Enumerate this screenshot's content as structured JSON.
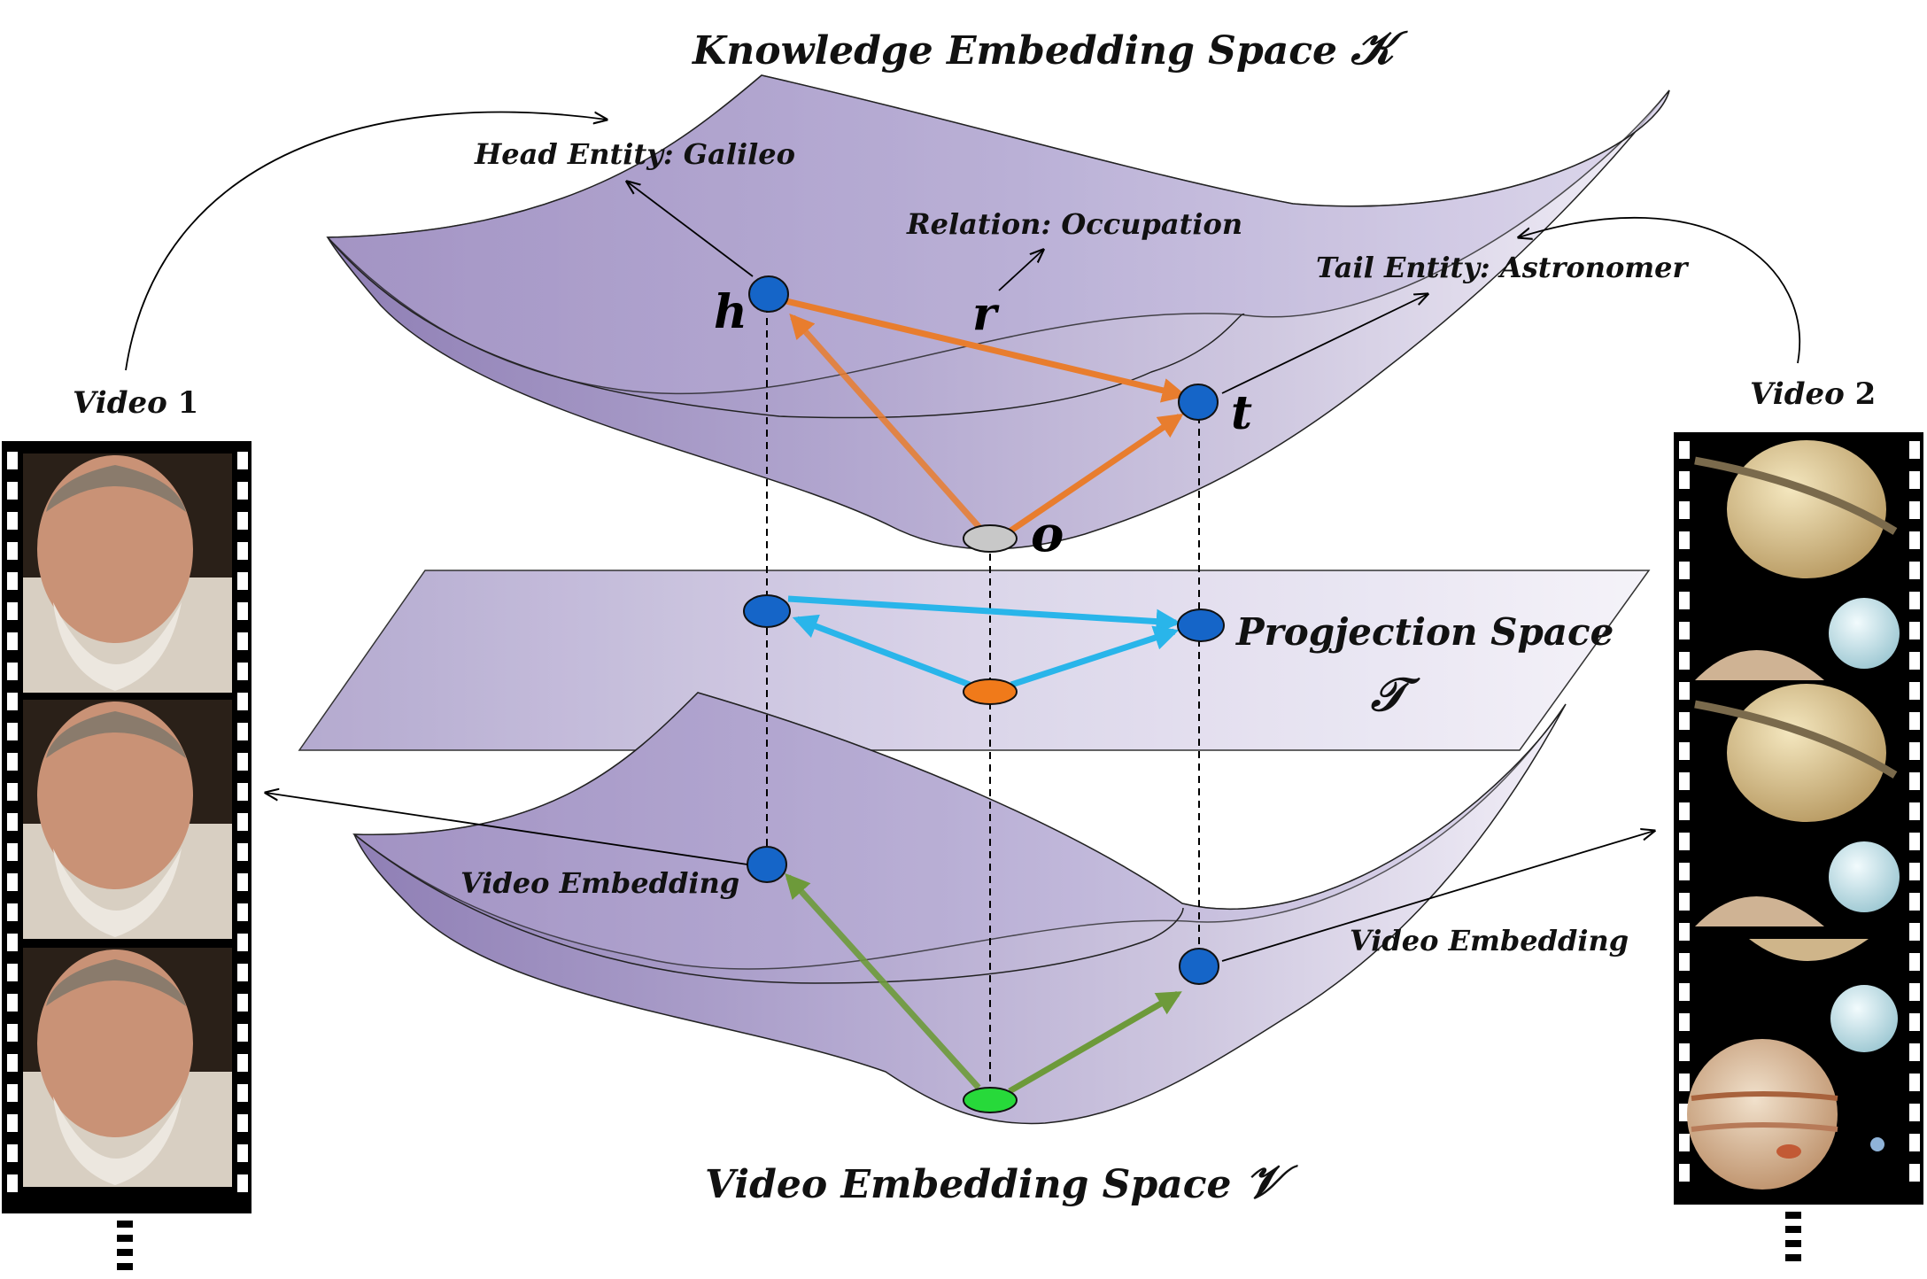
{
  "spaces": {
    "knowledge": {
      "title": "Knowledge Embedding Space",
      "symbol": "𝒦"
    },
    "projection": {
      "title": "Progjection Space",
      "symbol": "𝒯"
    },
    "video": {
      "title": "Video Embedding Space",
      "symbol": "𝒱"
    }
  },
  "labels": {
    "head_entity": "Head Entity: Galileo",
    "relation": "Relation: Occupation",
    "tail_entity": "Tail Entity: Astronomer",
    "video_embedding_left": "Video Embedding",
    "video_embedding_right": "Video Embedding"
  },
  "variables": {
    "h": "h",
    "r": "r",
    "t": "t",
    "o": "o"
  },
  "videos": {
    "video1": {
      "prefix": "Video",
      "number": "1"
    },
    "video2": {
      "prefix": "Video",
      "number": "2"
    }
  },
  "colors": {
    "surface": "#a497c4",
    "entity_node": "#1565c8",
    "origin_knowledge": "#c8c8c8",
    "origin_projection": "#f07a1a",
    "origin_video": "#27d93a",
    "knowledge_arrow": "#e87d2e",
    "projection_arrow": "#29b5ea",
    "video_arrow": "#6d9a3a"
  }
}
